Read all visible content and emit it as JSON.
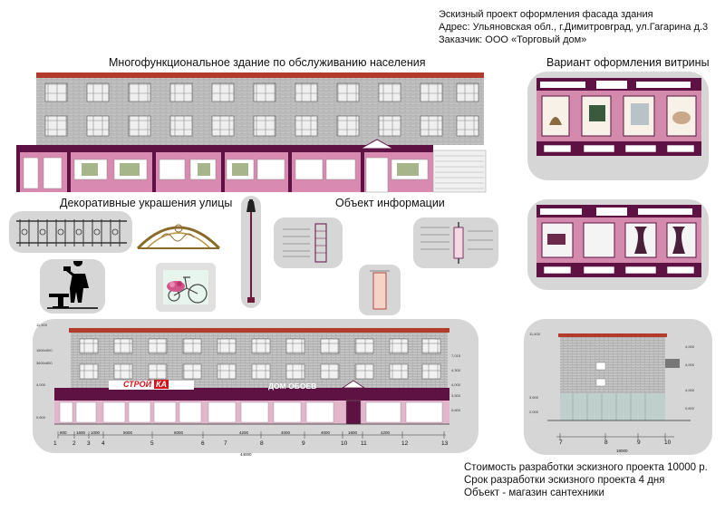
{
  "header": {
    "line1": "Эскизный проект оформления фасада здания",
    "line2": "Адрес: Ульяновская обл., г.Димитровград, ул.Гагарина д.3",
    "line3": "Заказчик: ООО «Торговый дом»"
  },
  "sections": {
    "main_building": "Многофункциональное здание по обслуживанию населения",
    "showcase": "Вариант оформления витрины",
    "decorations": "Декоративные украшения улицы",
    "info_object": "Объект информации"
  },
  "signs": {
    "stroyka_a": "СТРОЙ",
    "stroyka_b": "КА",
    "dom_oboev": "ДОМ ОБОЕВ"
  },
  "dimensions": {
    "axis_labels": [
      "1",
      "2",
      "3",
      "4",
      "5",
      "6",
      "7",
      "8",
      "9",
      "10",
      "11",
      "12",
      "13"
    ],
    "spans": [
      "800",
      "1600",
      "1000",
      "5000",
      "6000",
      "4200",
      "4000",
      "4000",
      "1800",
      "4200"
    ],
    "total": "44000",
    "side_axes": [
      "7",
      "8",
      "9",
      "10"
    ],
    "side_total": "18000"
  },
  "footer": {
    "cost": "Стоимость разработки эскизного проекта 10000 р.",
    "term": "Срок разработки эскизного проекта 4 дня",
    "object": "Объект - магазин сантехники"
  },
  "colors": {
    "panel": "#d6d6d6",
    "roof": "#b23b2b",
    "brick": "#b9b9b9",
    "window": "#e6e6e6",
    "fascia": "#5e1243",
    "sign_red": "#d0141a"
  }
}
